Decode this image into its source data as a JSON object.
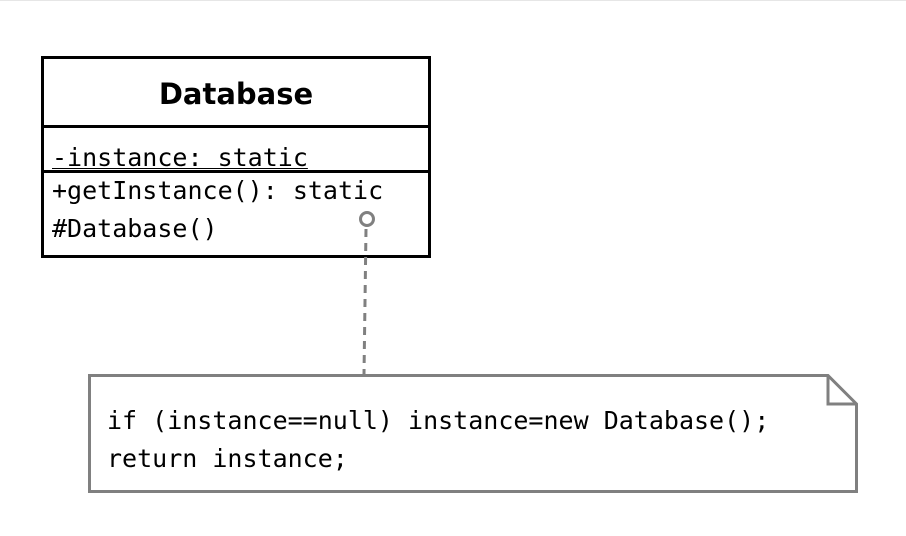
{
  "class": {
    "name": "Database",
    "attributes": [
      "-instance: static"
    ],
    "operations": [
      "+getInstance(): static",
      "#Database()"
    ]
  },
  "note": {
    "lines": [
      "if (instance==null) instance=new Database();",
      "return instance;"
    ]
  },
  "colors": {
    "class_border": "#000000",
    "note_border": "#808080",
    "connector": "#808080"
  }
}
